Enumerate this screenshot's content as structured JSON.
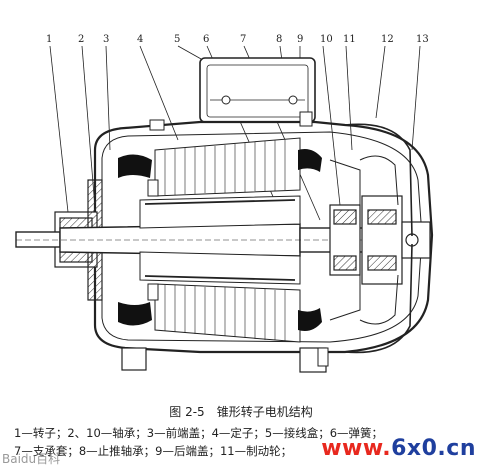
{
  "figure": {
    "part_numbers": [
      "1",
      "2",
      "3",
      "4",
      "5",
      "6",
      "7",
      "8",
      "9",
      "10",
      "11",
      "12",
      "13"
    ],
    "caption": "图 2-5　锥形转子电机结构",
    "legend_line1": "1—转子；2、10—轴承；3—前端盖；4—定子；5—接线盒；6—弹簧；",
    "legend_line2": "7—支承套；8—止推轴承；9—后端盖；11—制动轮；",
    "watermark_left": "Baidu百科",
    "watermark_right_part1": "www.",
    "watermark_right_part2": "6x0.cn"
  }
}
